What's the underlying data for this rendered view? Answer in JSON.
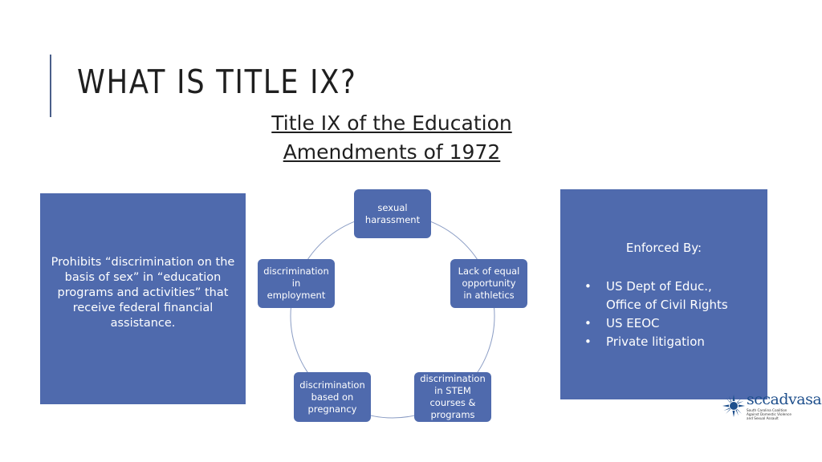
{
  "slide": {
    "title": "WHAT IS TITLE IX?",
    "subtitle_line1": "Title IX of the Education",
    "subtitle_line2": "Amendments of 1972"
  },
  "left_panel": {
    "text": "Prohibits “discrimination on the basis of sex” in “education programs and activities” that receive federal financial assistance."
  },
  "cycle": {
    "nodes": [
      {
        "lines": [
          "sexual",
          "harassment"
        ]
      },
      {
        "lines": [
          "Lack of equal",
          "opportunity",
          "in athletics"
        ]
      },
      {
        "lines": [
          "discrimination",
          "in STEM",
          "courses &",
          "programs"
        ]
      },
      {
        "lines": [
          "discrimination",
          "based on",
          "pregnancy"
        ]
      },
      {
        "lines": [
          "discrimination",
          "in",
          "employment"
        ]
      }
    ],
    "node_color": "#4f6aad",
    "ring_color": "#8a9cc4"
  },
  "right_panel": {
    "heading": "Enforced By:",
    "bullets": [
      {
        "line1": "US Dept of Educ.,",
        "line2": "Office of Civil Rights"
      },
      {
        "line1": "US EEOC",
        "line2": ""
      },
      {
        "line1": "Private litigation",
        "line2": ""
      }
    ],
    "bullet_glyph": "•"
  },
  "logo": {
    "wordmark": "sccadvasa",
    "tagline": "South Carolina Coalition Against Domestic Violence and Sexual Assault"
  },
  "colors": {
    "panel": "#4f6aad",
    "accent_bar": "#4a5f8a",
    "logo_blue": "#1e4f8c"
  }
}
